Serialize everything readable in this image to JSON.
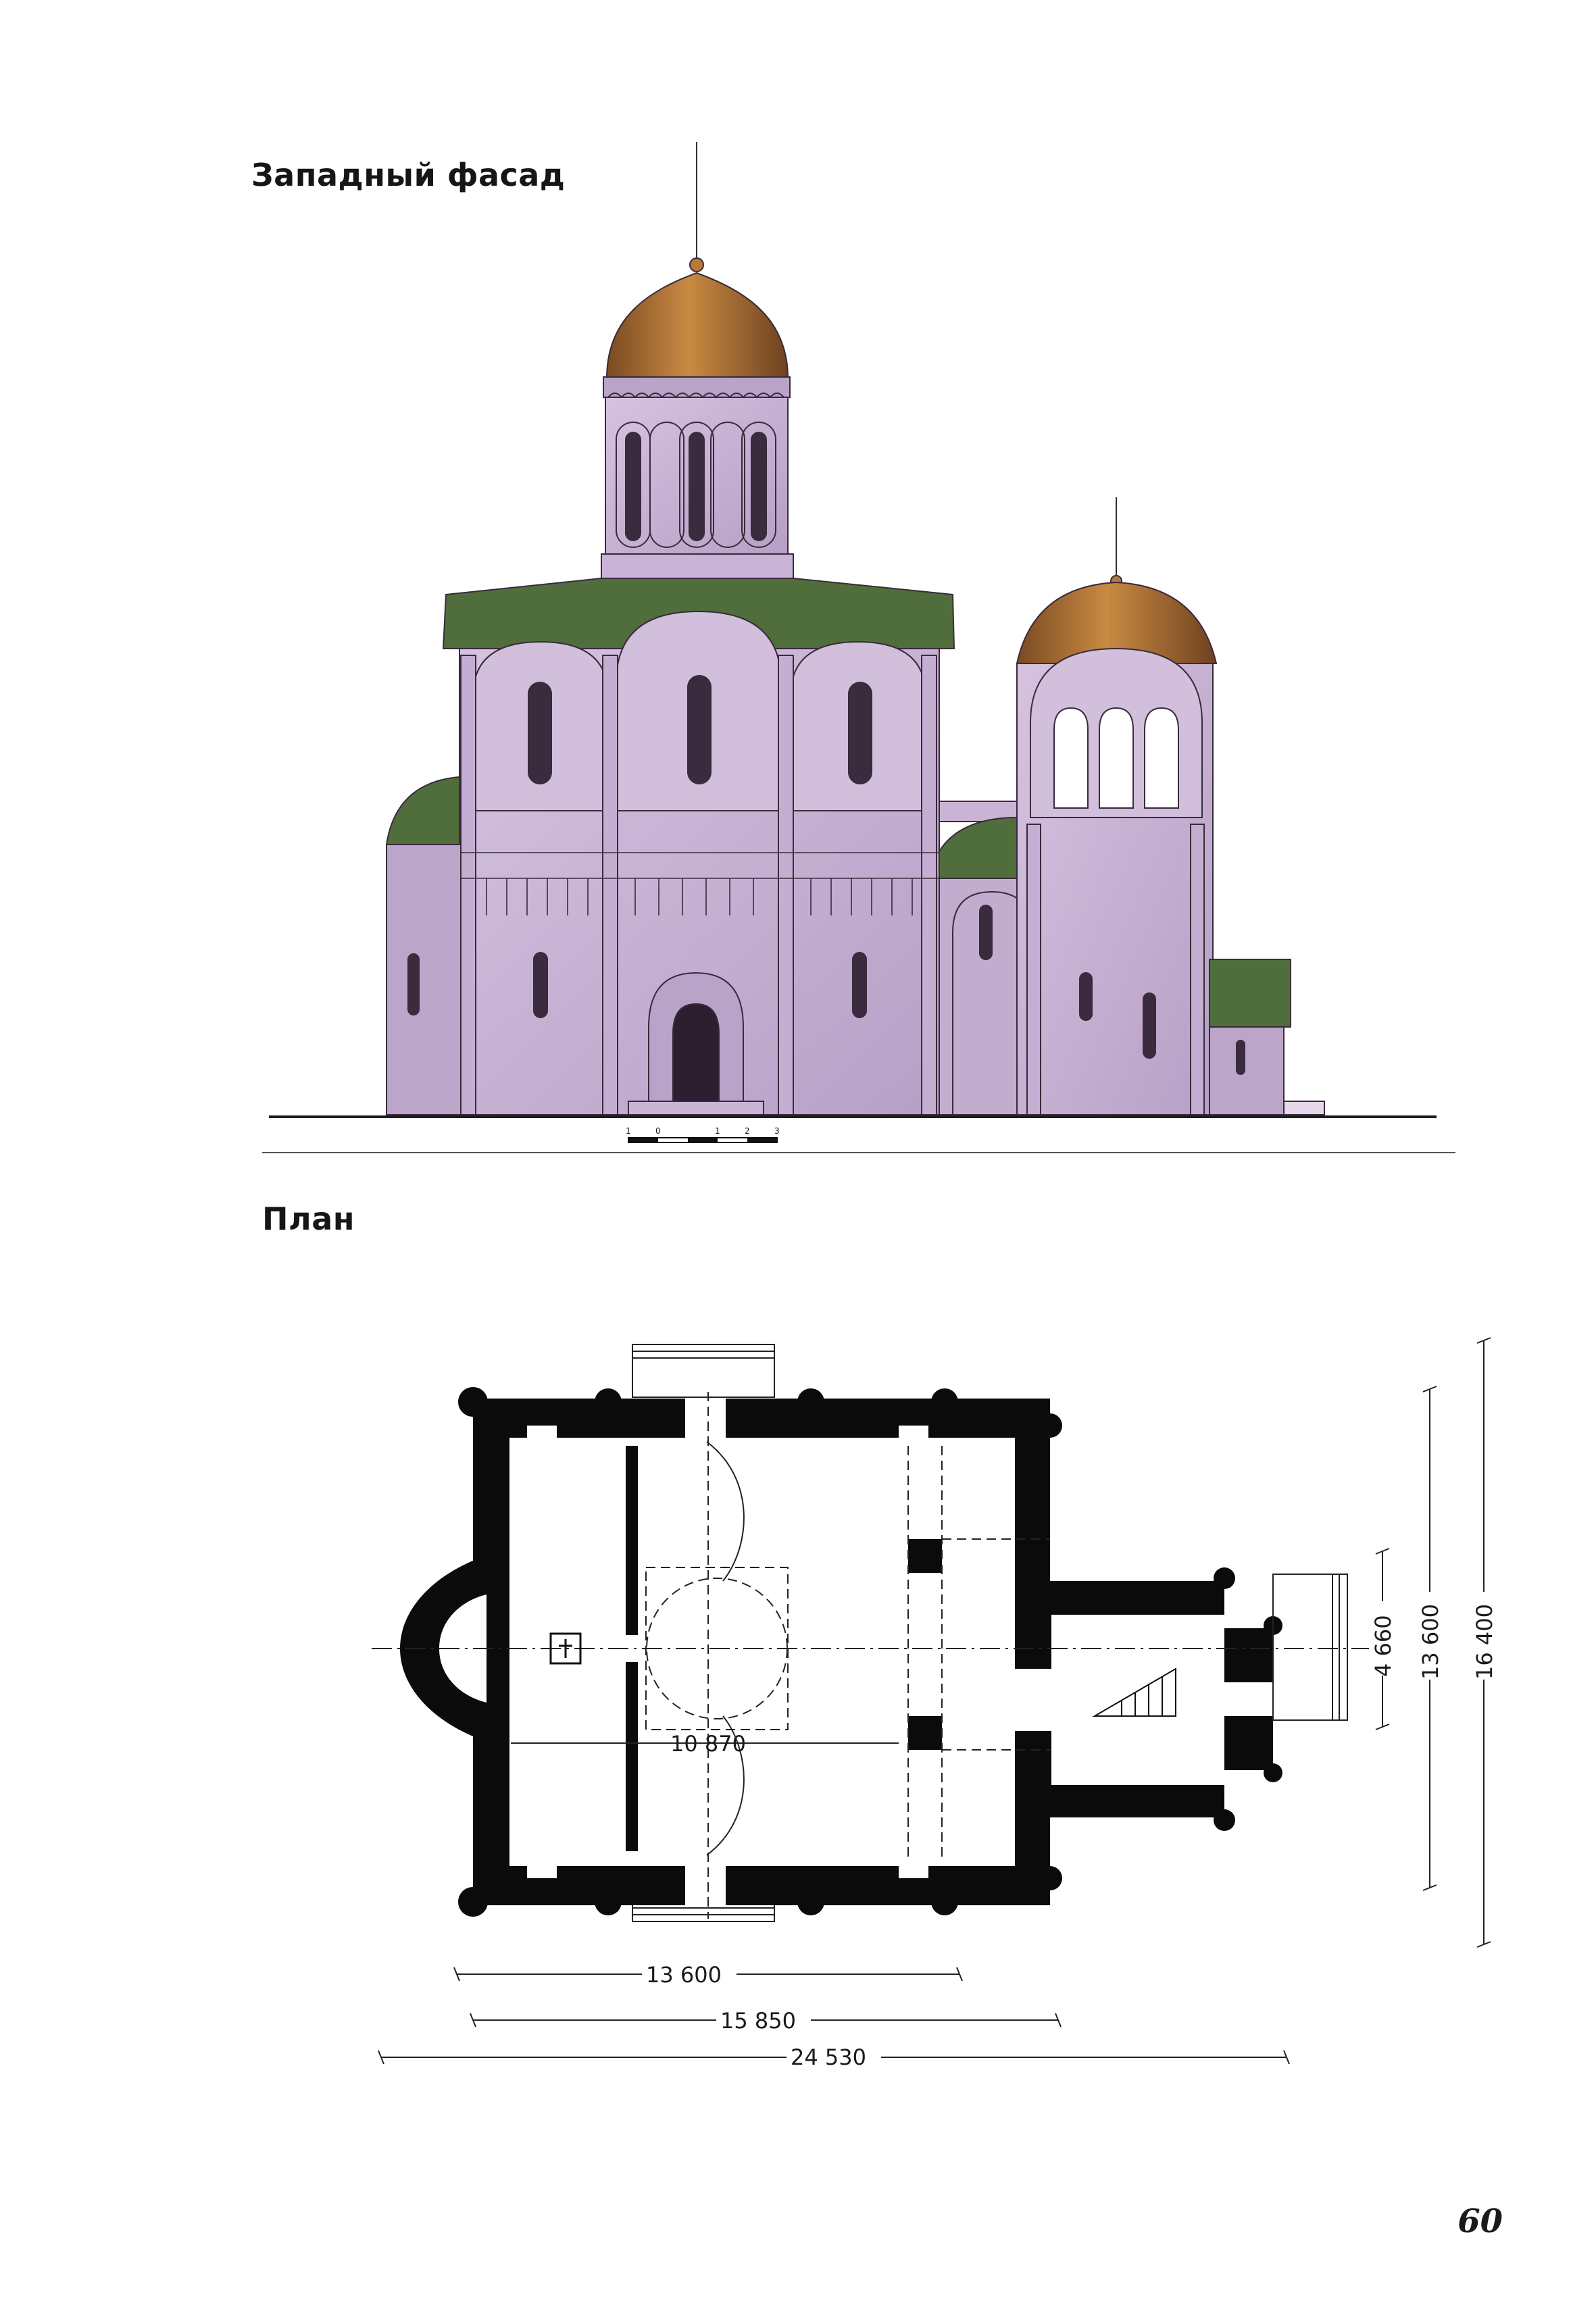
{
  "headings": {
    "facade": "Западный фасад",
    "plan": "План"
  },
  "scale_bar": {
    "labels": [
      "1",
      "0",
      "1",
      "2",
      "3"
    ]
  },
  "dimensions": {
    "inner_width": "10 870",
    "horizontal": [
      "13 600",
      "15 850",
      "24 530"
    ],
    "vertical": [
      "4 660",
      "13 600",
      "16 400"
    ]
  },
  "page_number": "60",
  "colors": {
    "wall": "#cbb5d8",
    "wall_shadow": "#9f84ad",
    "roof": "#4f6e3c",
    "dome": "#b87838",
    "outline": "#3a2a3c",
    "plan_fill": "#0b0b0b"
  }
}
